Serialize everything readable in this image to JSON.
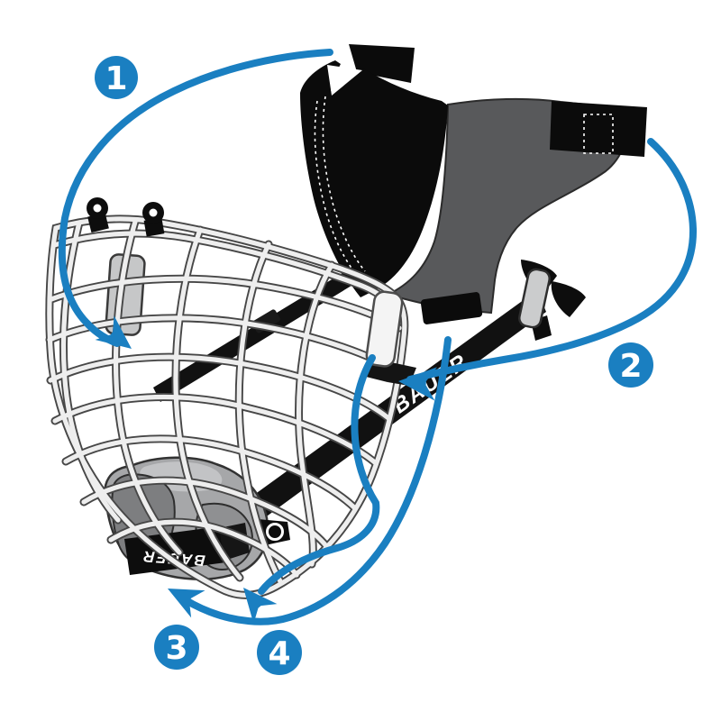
{
  "diagram": {
    "kind": "hockey cage chin-cup and strap installation instructions",
    "background": "#ffffff"
  },
  "steps": [
    {
      "number": "1"
    },
    {
      "number": "2"
    },
    {
      "number": "3"
    },
    {
      "number": "4"
    }
  ],
  "brand": {
    "jaw_strap_label": "BAUER",
    "chin_strap_label": "BAUER"
  },
  "icons": [
    {
      "name": "step-1-arrow",
      "shape": "curved-arrow"
    },
    {
      "name": "step-2-arrow",
      "shape": "curved-arrow"
    },
    {
      "name": "step-3-arrow",
      "shape": "curved-arrow"
    },
    {
      "name": "step-4-arrow",
      "shape": "curved-arrow"
    }
  ],
  "colors": {
    "accent_blue": "#1a7fc1",
    "cup_black": "#0b0b0b",
    "swoosh_gray": "#58595b",
    "pad_gray": "#9c9d9f",
    "wire_fill": "#eeeeee",
    "wire_outline": "#474747",
    "background": "#ffffff"
  }
}
